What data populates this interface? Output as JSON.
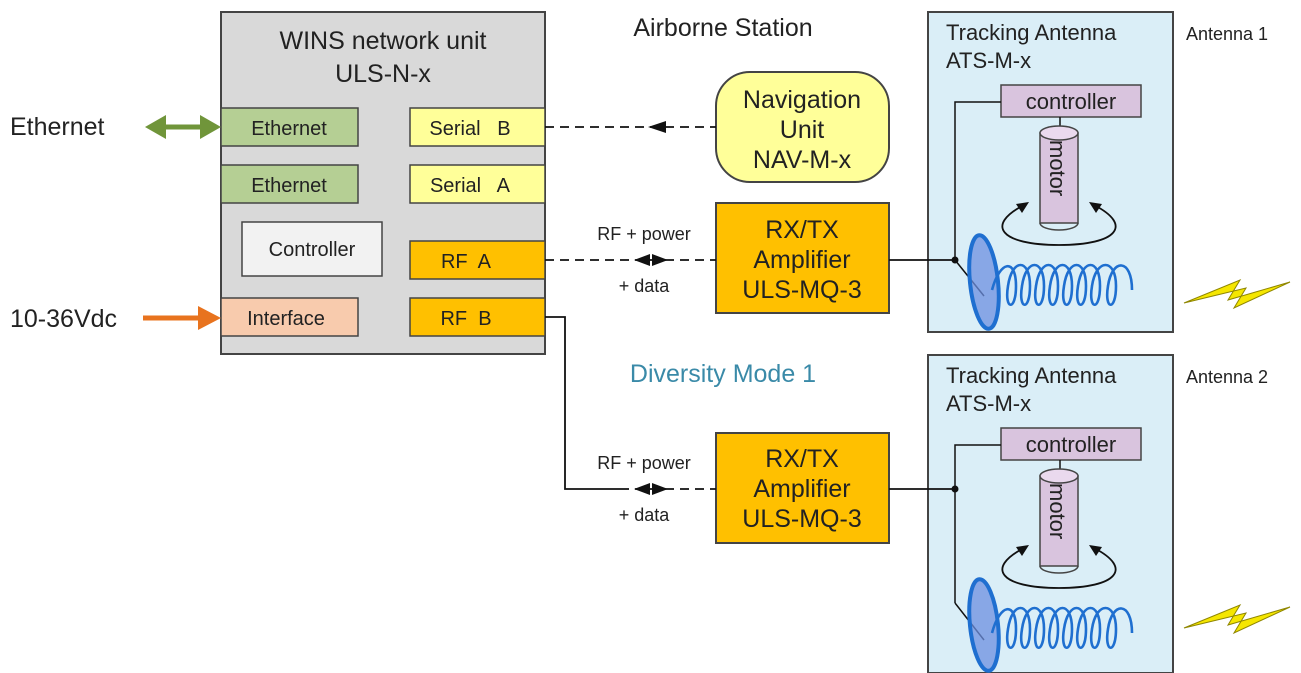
{
  "network_unit": {
    "title_line1": "WINS network unit",
    "title_line2": "ULS-N-x",
    "ports": {
      "ethernet_1": "Ethernet",
      "ethernet_2": "Ethernet",
      "controller": "Controller",
      "interface": "Interface",
      "serial_b": "Serial   B",
      "serial_a": "Serial   A",
      "rf_a": "RF  A",
      "rf_b": "RF  B"
    }
  },
  "external": {
    "ethernet": "Ethernet",
    "power": "10-36Vdc"
  },
  "airborne_station": "Airborne Station",
  "diversity_mode": "Diversity Mode 1",
  "navigation_unit": {
    "line1": "Navigation",
    "line2": "Unit",
    "line3": "NAV-M-x"
  },
  "amplifier_1": {
    "line1": "RX/TX",
    "line2": "Amplifier",
    "line3": "ULS-MQ-3"
  },
  "amplifier_2": {
    "line1": "RX/TX",
    "line2": "Amplifier",
    "line3": "ULS-MQ-3"
  },
  "link_1": {
    "top": "RF + power",
    "bottom": "+ data"
  },
  "link_2": {
    "top": "RF + power",
    "bottom": "+ data"
  },
  "antenna_1": {
    "name": "Antenna 1",
    "title_line1": "Tracking Antenna",
    "title_line2": "ATS-M-x",
    "controller": "controller",
    "motor": "motor"
  },
  "antenna_2": {
    "name": "Antenna 2",
    "title_line1": "Tracking Antenna",
    "title_line2": "ATS-M-x",
    "controller": "controller",
    "motor": "motor"
  },
  "colors": {
    "unit_gray": "#d9d9d9",
    "ethernet_green": "#b5cf94",
    "serial_yellow": "#ffff99",
    "rf_orange": "#ffc000",
    "interface_peach": "#f8cbad",
    "antenna_blue": "#daeef7",
    "controller_purple": "#d9c4de",
    "arrow_green": "#70953a",
    "arrow_orange": "#e8731e",
    "diversity_text": "#3a8aa8",
    "coil_blue": "#1f6fd0",
    "bolt_yellow": "#f5e600"
  }
}
